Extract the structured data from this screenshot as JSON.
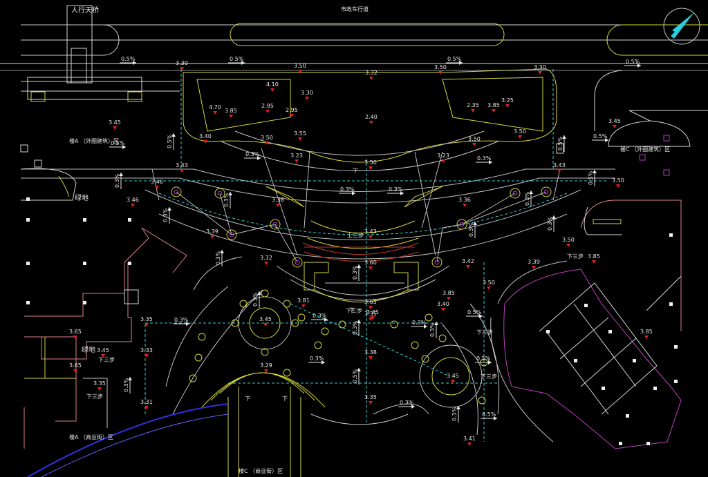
{
  "labels": {
    "pedestrian_bridge": "人行天桥",
    "municipal_road": "市政车行道",
    "greenery_left": "绿地",
    "greenery_left_lower": "绿地",
    "building_a": "楼A （外圈建筑）区",
    "building_c": "楼C （外圈建筑）区",
    "building_a_lower": "楼A （商业街）区",
    "building_c_lower": "楼C （商业街）区",
    "down_1": "下",
    "down_2": "下",
    "up_3": "上三步",
    "down_3_left": "下三步",
    "down_3_right": "下三步",
    "down_3_mid": "下三步",
    "down_3_lowleft": "下三步",
    "down_3_lowleft2": "下三步",
    "down_3_right2": "下三步",
    "down_stair_left": "下",
    "down_stair_right": "下"
  },
  "slopes": [
    "0.5%",
    "0.5%",
    "0.5%",
    "0.5%",
    "0.5%",
    "0.5%",
    "0.5%",
    "0.5%",
    "0.5%",
    "0.3%",
    "0.3%",
    "0.3%",
    "0.3%",
    "0.3%",
    "0.3%",
    "0.3%",
    "0.3%",
    "0.3%",
    "0.3%",
    "0.3%",
    "0.3%",
    "0.3%",
    "0.3%",
    "0.3%",
    "0.3%",
    "0.3%",
    "0.3%",
    "0.3%",
    "0.5%",
    "0.5%",
    "0.5%",
    "0.5%",
    "0.3%",
    "0.3%",
    "0.3%"
  ],
  "elevations": [
    "3.30",
    "3.50",
    "3.32",
    "3.50",
    "3.30",
    "4.10",
    "3.30",
    "4.70",
    "3.85",
    "2.95",
    "2.95",
    "3.45",
    "3.40",
    "3.55",
    "3.50",
    "2.40",
    "3.25",
    "2.35",
    "3.85",
    "3.50",
    "3.50",
    "3.45",
    "3.50",
    "3.43",
    "3.23",
    "3.23",
    "3.43",
    "3.50",
    "3.39",
    "3.46",
    "3.46",
    "3.36",
    "3.36",
    "3.39",
    "3.43",
    "3.32",
    "3.60",
    "3.42",
    "3.50",
    "3.50",
    "3.85",
    "3.81",
    "3.65",
    "3.40",
    "3.85",
    "3.45",
    "3.35",
    "3.35",
    "3.65",
    "3.33",
    "3.38",
    "3.29",
    "3.45",
    "3.65",
    "3.35",
    "3.35",
    "3.31",
    "3.41",
    "3.85",
    "3.45",
    "3.45"
  ]
}
